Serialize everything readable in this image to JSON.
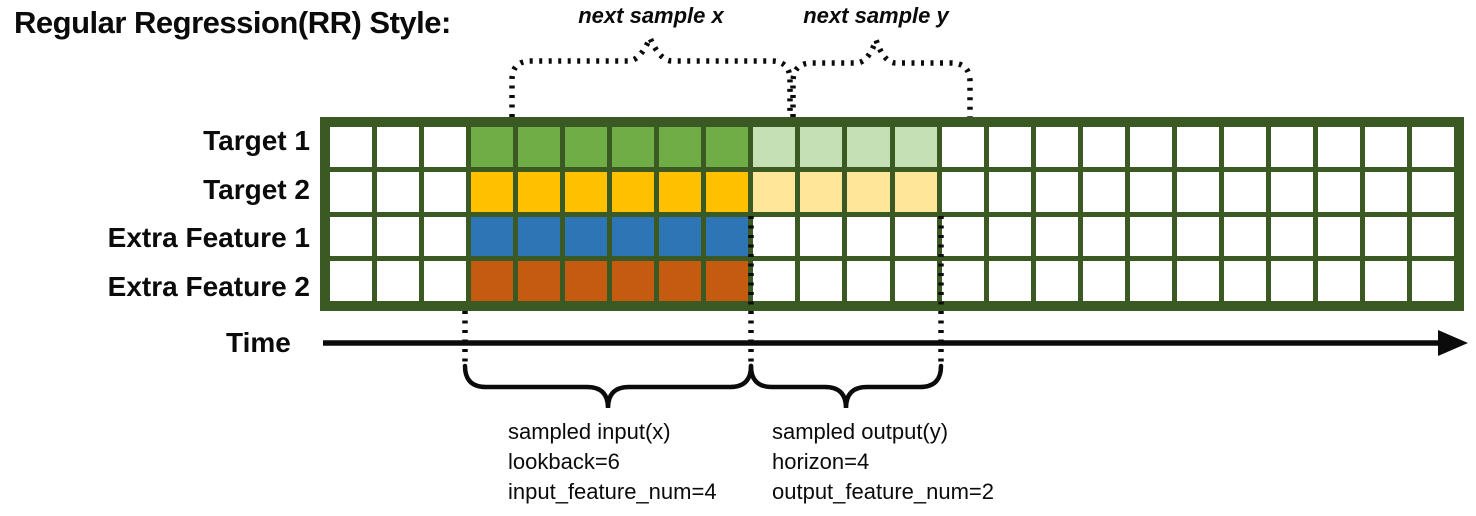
{
  "title": "Regular Regression(RR) Style:",
  "top_annotations": {
    "next_sample_x": "next sample x",
    "next_sample_y": "next sample y"
  },
  "grid": {
    "columns": 24,
    "line_color": "#3B5A23",
    "rows": [
      {
        "label": "Target 1",
        "segments": [
          {
            "count": 3,
            "color": "#FFFFFF"
          },
          {
            "count": 6,
            "color": "#70AD47"
          },
          {
            "count": 4,
            "color": "#C5E0B4"
          },
          {
            "count": 11,
            "color": "#FFFFFF"
          }
        ]
      },
      {
        "label": "Target 2",
        "segments": [
          {
            "count": 3,
            "color": "#FFFFFF"
          },
          {
            "count": 6,
            "color": "#FFC000"
          },
          {
            "count": 4,
            "color": "#FFE699"
          },
          {
            "count": 11,
            "color": "#FFFFFF"
          }
        ]
      },
      {
        "label": "Extra Feature 1",
        "segments": [
          {
            "count": 3,
            "color": "#FFFFFF"
          },
          {
            "count": 6,
            "color": "#2E75B6"
          },
          {
            "count": 15,
            "color": "#FFFFFF"
          }
        ]
      },
      {
        "label": "Extra Feature 2",
        "segments": [
          {
            "count": 3,
            "color": "#FFFFFF"
          },
          {
            "count": 6,
            "color": "#C55A11"
          },
          {
            "count": 15,
            "color": "#FFFFFF"
          }
        ]
      }
    ]
  },
  "time_axis": {
    "label": "Time"
  },
  "sampled_input": {
    "title": "sampled input(x)",
    "lookback": "lookback=6",
    "feature_num": "input_feature_num=4"
  },
  "sampled_output": {
    "title": "sampled output(y)",
    "horizon": "horizon=4",
    "feature_num": "output_feature_num=2"
  },
  "colors": {
    "target1_strong": "#70AD47",
    "target1_light": "#C5E0B4",
    "target2_strong": "#FFC000",
    "target2_light": "#FFE699",
    "extra1_strong": "#2E75B6",
    "extra2_strong": "#C55A11",
    "grid_line": "#3B5A23",
    "annotation": "#000000"
  }
}
